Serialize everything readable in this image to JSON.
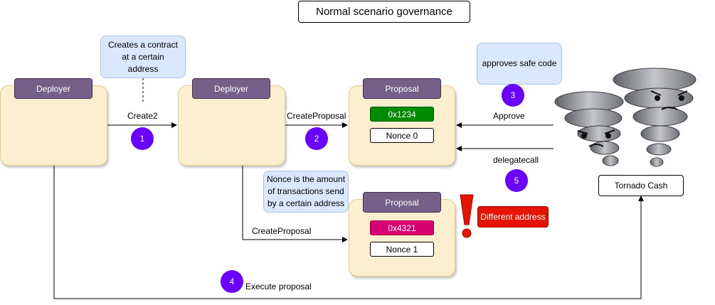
{
  "title": "Normal scenario governance",
  "deployer_1": {
    "label": "Deployer"
  },
  "deployer_2": {
    "label": "Deployer"
  },
  "proposal_1": {
    "label": "Proposal",
    "address": "0x1234",
    "nonce": "Nonce 0",
    "address_color": "#008a00"
  },
  "proposal_2": {
    "label": "Proposal",
    "address": "0x4321",
    "nonce": "Nonce 1",
    "address_color": "#d80073"
  },
  "notes": {
    "create_contract": "Creates a contract at a certain address",
    "approves": "approves safe code",
    "nonce_info": "Nonce is the amount of transactions send by a certain address"
  },
  "edges": {
    "create2": "Create2",
    "create_proposal_1": "CreateProposal",
    "create_proposal_2": "CreateProposal",
    "approve": "Approve",
    "delegatecall": "delegatecall",
    "execute": "Execute proposal"
  },
  "steps": [
    "1",
    "2",
    "3",
    "4",
    "5"
  ],
  "tornado": {
    "label": "Tornado Cash",
    "icon": "tornado-icon"
  },
  "warning": {
    "label": "Different address",
    "icon": "exclamation-icon",
    "color": "#e51400"
  },
  "colors": {
    "badge": "#6a00ff",
    "card": "#fcefcf",
    "tab": "#76608a",
    "note": "#dae8fc"
  }
}
